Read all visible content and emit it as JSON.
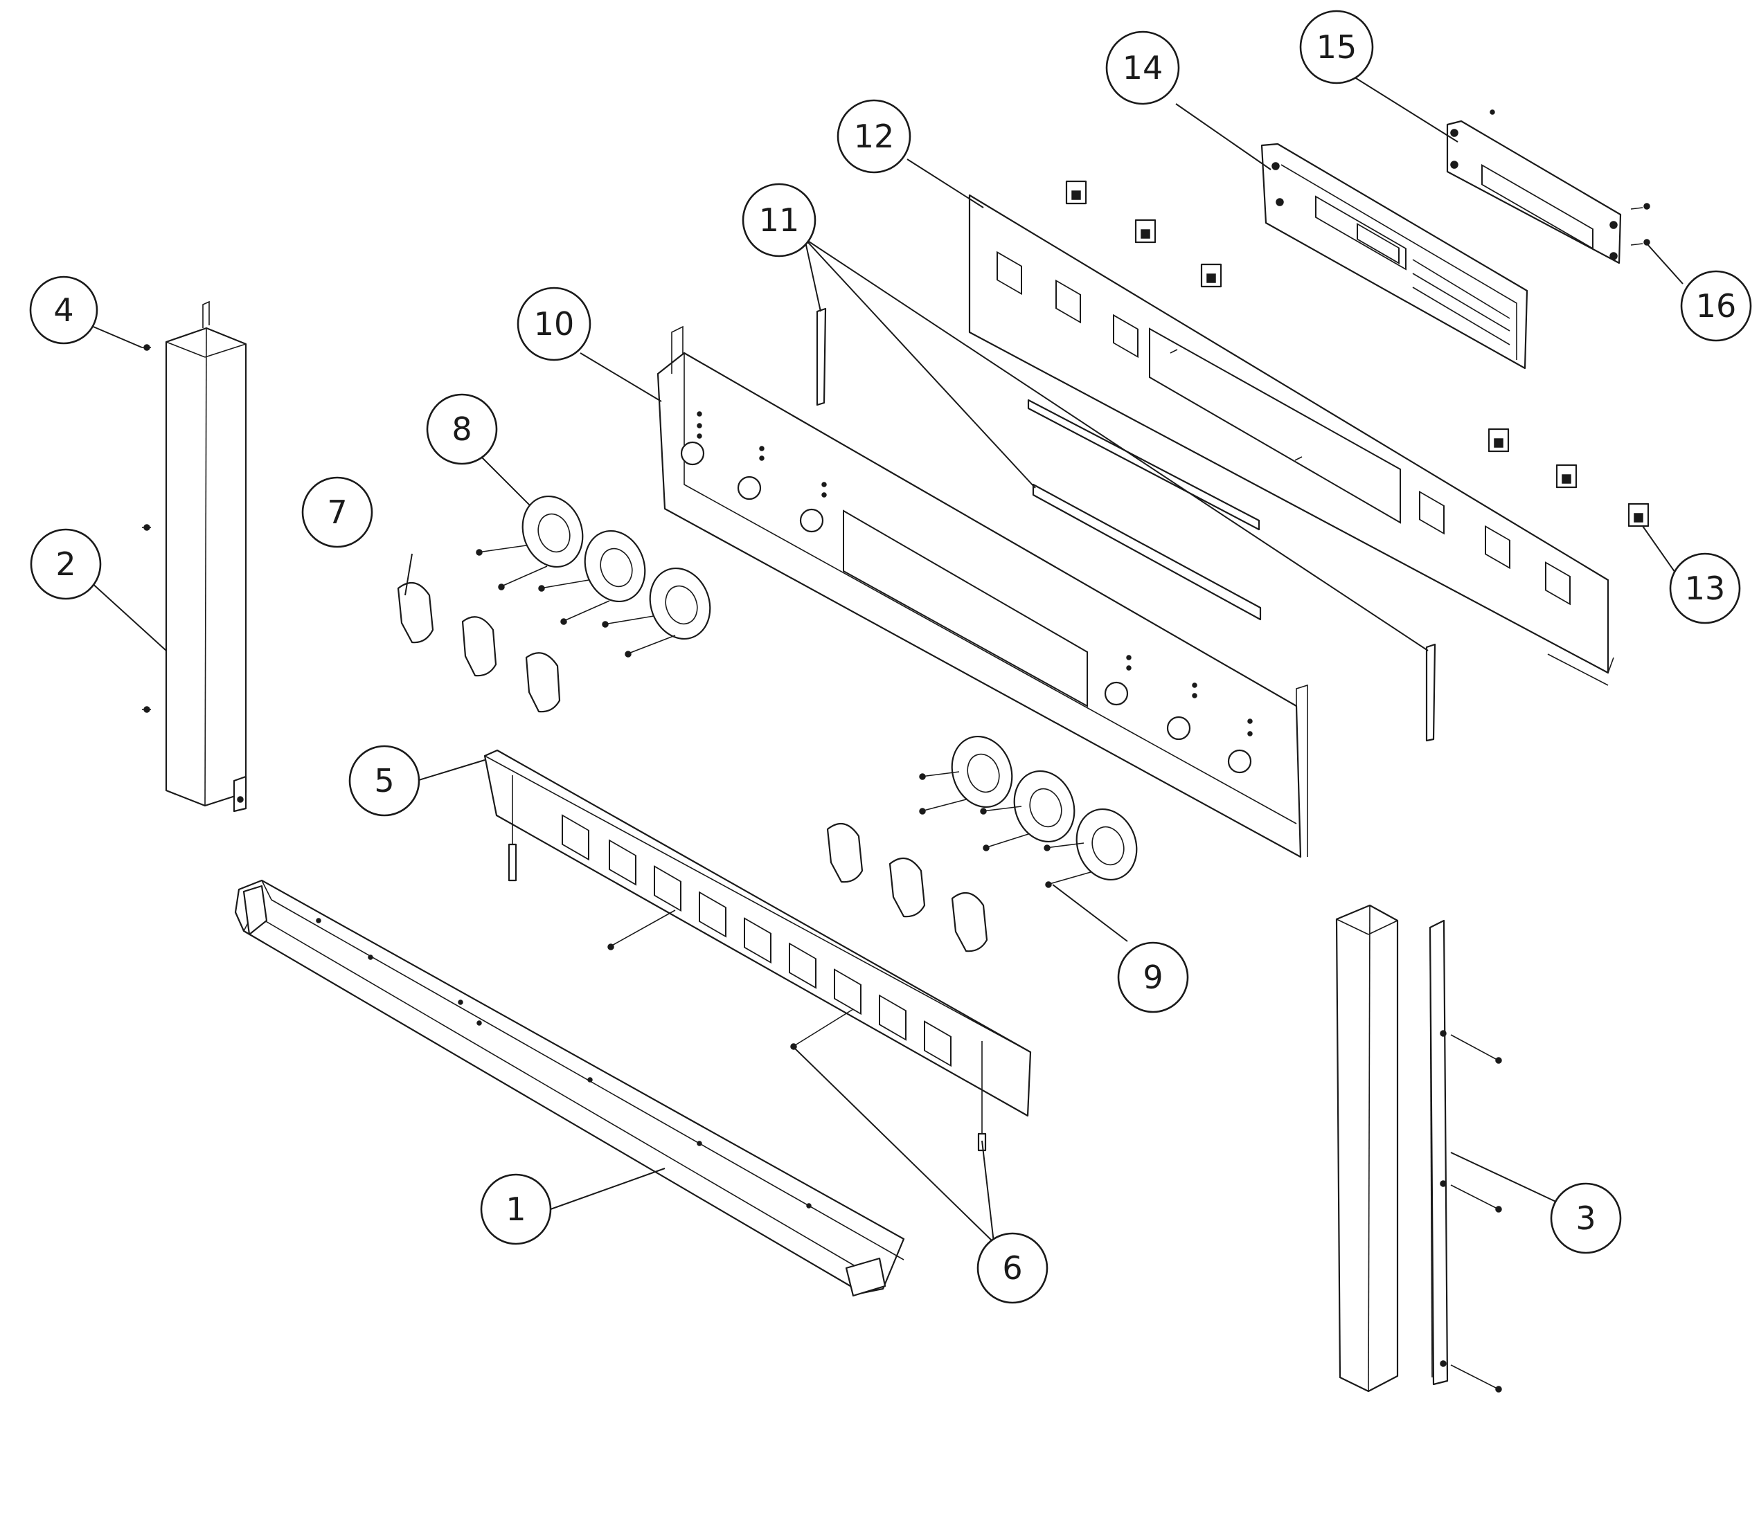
{
  "diagram": {
    "type": "exploded-parts-view",
    "callouts": [
      {
        "id": "1",
        "label": "1"
      },
      {
        "id": "2",
        "label": "2"
      },
      {
        "id": "3",
        "label": "3"
      },
      {
        "id": "4",
        "label": "4"
      },
      {
        "id": "5",
        "label": "5"
      },
      {
        "id": "6",
        "label": "6"
      },
      {
        "id": "7",
        "label": "7"
      },
      {
        "id": "8",
        "label": "8"
      },
      {
        "id": "9",
        "label": "9"
      },
      {
        "id": "10",
        "label": "10"
      },
      {
        "id": "11",
        "label": "11"
      },
      {
        "id": "12",
        "label": "12"
      },
      {
        "id": "13",
        "label": "13"
      },
      {
        "id": "14",
        "label": "14"
      },
      {
        "id": "15",
        "label": "15"
      },
      {
        "id": "16",
        "label": "16"
      }
    ]
  }
}
